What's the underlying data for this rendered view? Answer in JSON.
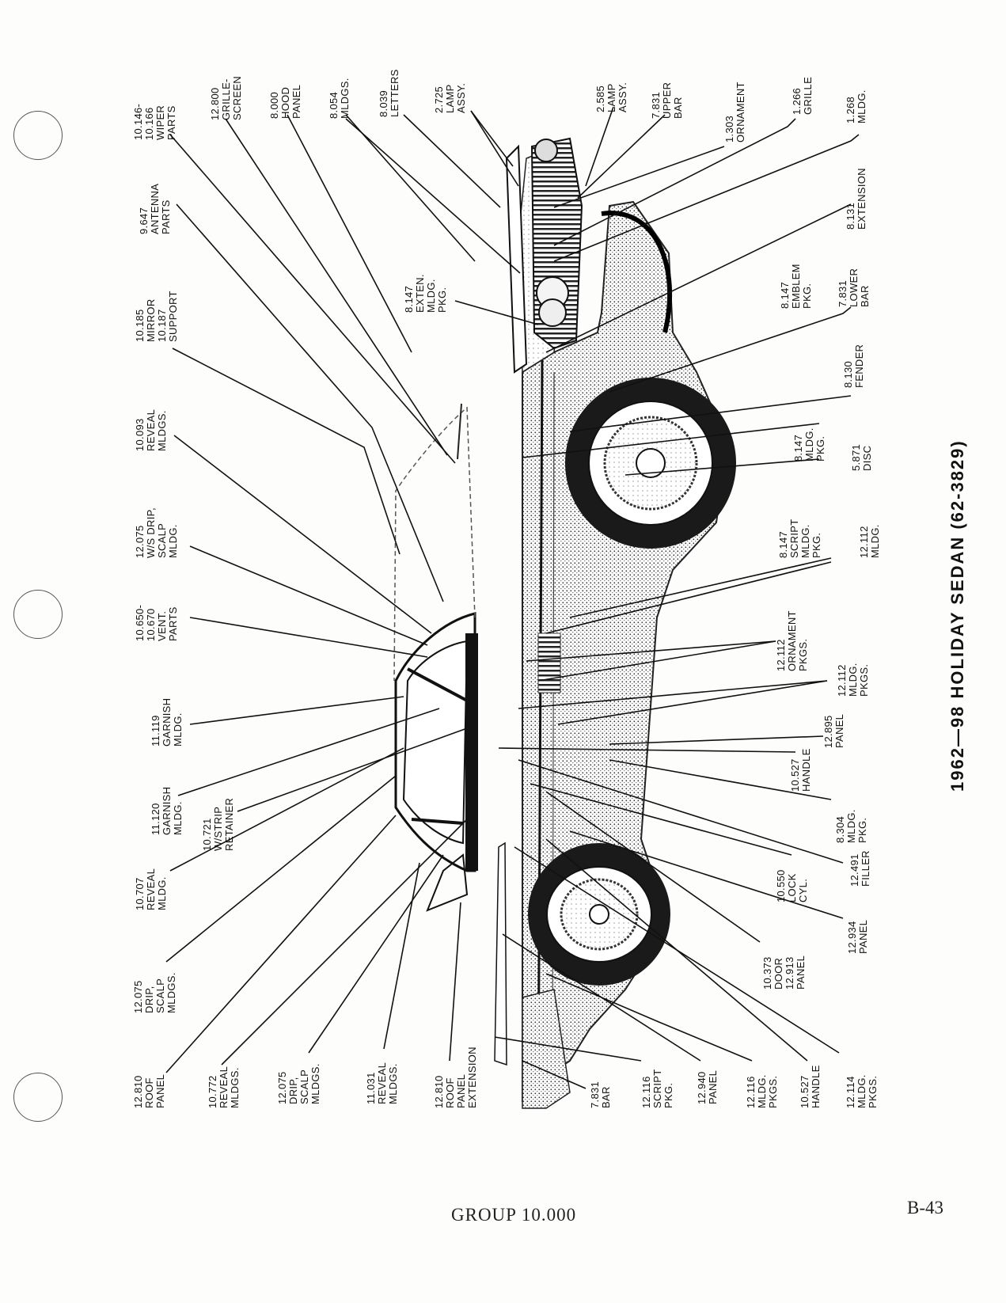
{
  "title": "1962—98 HOLIDAY SEDAN (62-3829)",
  "footer": {
    "group": "GROUP 10.000",
    "page": "B-43"
  },
  "callouts": [
    {
      "id": "wiper",
      "text": "10.146-\n10.166\nWIPER\nPARTS"
    },
    {
      "id": "grille-screen",
      "text": "12.800\nGRILLE-\nSCREEN"
    },
    {
      "id": "hood",
      "text": "8.000\nHOOD\nPANEL"
    },
    {
      "id": "mldgs-8054",
      "text": "8.054\nMLDGS."
    },
    {
      "id": "letters",
      "text": "8.039\nLETTERS"
    },
    {
      "id": "lamp-2725",
      "text": "2.725\nLAMP\nASSY."
    },
    {
      "id": "lamp-2585",
      "text": "2.585\nLAMP\nASSY."
    },
    {
      "id": "upper-bar",
      "text": "7.831\nUPPER\nBAR"
    },
    {
      "id": "ornament",
      "text": "1.303\nORNAMENT"
    },
    {
      "id": "grille",
      "text": "1.266\nGRILLE"
    },
    {
      "id": "mldg-1268",
      "text": "1.268\nMLDG."
    },
    {
      "id": "antenna",
      "text": "9.647\nANTENNA\nPARTS"
    },
    {
      "id": "extension-8131",
      "text": "8.131\nEXTENSION"
    },
    {
      "id": "exten-mldg",
      "text": "8.147\nEXTEN.\nMLDG.\nPKG."
    },
    {
      "id": "emblem",
      "text": "8.147\nEMBLEM\nPKG."
    },
    {
      "id": "lower-bar",
      "text": "7.831\nLOWER\nBAR"
    },
    {
      "id": "mirror",
      "text": "10.185\nMIRROR\n10.187\nSUPPORT"
    },
    {
      "id": "fender",
      "text": "8.130\nFENDER"
    },
    {
      "id": "reveal-10093",
      "text": "10.093\nREVEAL\nMLDGS."
    },
    {
      "id": "mldg-8147",
      "text": "8.147\nMLDG.\nPKG."
    },
    {
      "id": "disc",
      "text": "5.871\nDISC"
    },
    {
      "id": "ws-drip",
      "text": "12.075\nW/S DRIP,\nSCALP\nMLDG."
    },
    {
      "id": "script-8147",
      "text": "8.147\nSCRIPT\nMLDG.\nPKG."
    },
    {
      "id": "mldg-12112",
      "text": "12.112\nMLDG."
    },
    {
      "id": "vent",
      "text": "10.650-\n10.670\nVENT.\nPARTS"
    },
    {
      "id": "ornament-pkgs",
      "text": "12.112\nORNAMENT\nPKGS."
    },
    {
      "id": "garnish-11119",
      "text": "11.119\nGARNISH\nMLDG."
    },
    {
      "id": "mldg-pkgs-12112",
      "text": "12.112\nMLDG.\nPKGS."
    },
    {
      "id": "panel-12895",
      "text": "12.895\nPANEL"
    },
    {
      "id": "handle-10527a",
      "text": "10.527\nHANDLE"
    },
    {
      "id": "garnish-11120",
      "text": "11.120\nGARNISH\nMLDG."
    },
    {
      "id": "wstrip",
      "text": "10.721\nW/STRIP\nRETAINER"
    },
    {
      "id": "mldg-8304",
      "text": "8.304\nMLDG.\nPKG."
    },
    {
      "id": "filler",
      "text": "12.491\nFILLER"
    },
    {
      "id": "reveal-10707",
      "text": "10.707\nREVEAL\nMLDG."
    },
    {
      "id": "lock",
      "text": "10.550\nLOCK\nCYL."
    },
    {
      "id": "door",
      "text": "10.373\nDOOR\n12.913\nPANEL"
    },
    {
      "id": "panel-12934",
      "text": "12.934\nPANEL"
    },
    {
      "id": "drip-12075a",
      "text": "12.075\nDRIP,\nSCALP\nMLDGS."
    },
    {
      "id": "roof",
      "text": "12.810\nROOF\nPANEL"
    },
    {
      "id": "reveal-10772",
      "text": "10.772\nREVEAL\nMLDGS."
    },
    {
      "id": "drip-12075b",
      "text": "12.075\nDRIP,\nSCALP\nMLDGS."
    },
    {
      "id": "reveal-11031",
      "text": "11.031\nREVEAL\nMLDGS."
    },
    {
      "id": "roof-ext",
      "text": "12.810\nROOF\nPANEL\nEXTENSION"
    },
    {
      "id": "bar-7831",
      "text": "7.831\nBAR"
    },
    {
      "id": "script-12116",
      "text": "12.116\nSCRIPT\nPKG."
    },
    {
      "id": "panel-12940",
      "text": "12.940\nPANEL"
    },
    {
      "id": "mldg-pkgs-12116",
      "text": "12.116\nMLDG.\nPKGS."
    },
    {
      "id": "handle-10527b",
      "text": "10.527\nHANDLE"
    },
    {
      "id": "mldg-pkgs-12114",
      "text": "12.114\nMLDG.\nPKGS."
    }
  ]
}
